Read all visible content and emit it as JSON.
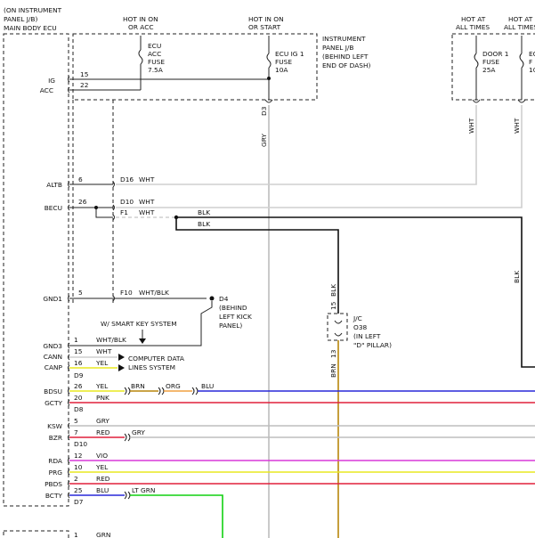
{
  "ecu": {
    "title_lines": [
      "(ON INSTRUMENT",
      "PANEL J/B)",
      "MAIN BODY ECU"
    ]
  },
  "headers": {
    "hot_in_on_acc": [
      "HOT IN ON",
      "OR ACC"
    ],
    "hot_in_on_start": [
      "HOT IN ON",
      "OR START"
    ],
    "hot_at_all_times_1": [
      "HOT AT",
      "ALL TIMES"
    ],
    "hot_at_all_times_2": [
      "HOT AT",
      "ALL TIMES"
    ]
  },
  "junction_block": [
    "INSTRUMENT",
    "PANEL J/B",
    "(BEHIND LEFT",
    "END OF DASH)"
  ],
  "fuses": {
    "ecu_acc": [
      "ECU",
      "ACC",
      "FUSE",
      "7.5A"
    ],
    "ecu_ig1": [
      "ECU IG 1",
      "FUSE",
      "10A"
    ],
    "door1": [
      "DOOR 1",
      "FUSE",
      "25A"
    ],
    "partial": [
      "EC",
      "F",
      "10"
    ]
  },
  "pins": {
    "ig": {
      "label": "IG",
      "num": "15"
    },
    "acc": {
      "label": "ACC",
      "num": "22"
    },
    "altb": {
      "label": "ALTB",
      "num": "6"
    },
    "becu": {
      "label": "BECU",
      "num": "26"
    },
    "gnd1": {
      "label": "GND1",
      "num": "5"
    },
    "gnd3": {
      "label": "GND3",
      "num": "1"
    },
    "cann": {
      "label": "CANN",
      "num": "15"
    },
    "canp": {
      "label": "CANP",
      "num": "16"
    },
    "bdsu": {
      "label": "BDSU",
      "num": "26"
    },
    "gcty": {
      "label": "GCTY",
      "num": "20"
    },
    "ksw": {
      "label": "KSW",
      "num": "5"
    },
    "bzr": {
      "label": "BZR",
      "num": "7"
    },
    "rda": {
      "label": "RDA",
      "num": "12"
    },
    "prg": {
      "label": "PRG",
      "num": "10"
    },
    "pbds": {
      "label": "PBDS",
      "num": "2"
    },
    "bcty": {
      "label": "BCTY",
      "num": "25"
    },
    "last": {
      "num": "1"
    }
  },
  "connectors": {
    "d3": "D3",
    "d16": "D16",
    "d10": "D10",
    "f1": "F1",
    "f10": "F10",
    "d9": "D9",
    "d8": "D8",
    "d10_lower": "D10",
    "d7": "D7",
    "d4": [
      "D4",
      "(BEHIND",
      "LEFT KICK",
      "PANEL)"
    ]
  },
  "wire_colors": {
    "gry": "GRY",
    "wht": "WHT",
    "blk": "BLK",
    "wht_blk": "WHT/BLK",
    "yel": "YEL",
    "brn": "BRN",
    "org": "ORG",
    "blu": "BLU",
    "pnk": "PNK",
    "red": "RED",
    "vio": "VIO",
    "lt_grn": "LT GRN",
    "grn": "GRN"
  },
  "notes": {
    "smart_key": "W/ SMART KEY SYSTEM",
    "computer_data": [
      "COMPUTER DATA",
      "LINES SYSTEM"
    ]
  },
  "jc": {
    "labels": [
      "J/C",
      "O38",
      "(IN LEFT",
      "\"D\" PILLAR)"
    ],
    "top_pin": "15",
    "bottom_pin": "13"
  },
  "colors": {
    "blue": "#2828d8",
    "red": "#e0203c",
    "magenta": "#d838d8",
    "yellow": "#e8e820",
    "green": "#10d010",
    "gray": "#bdbdbd",
    "brown": "#b8860b",
    "orange": "#f0a040",
    "black": "#111111"
  }
}
